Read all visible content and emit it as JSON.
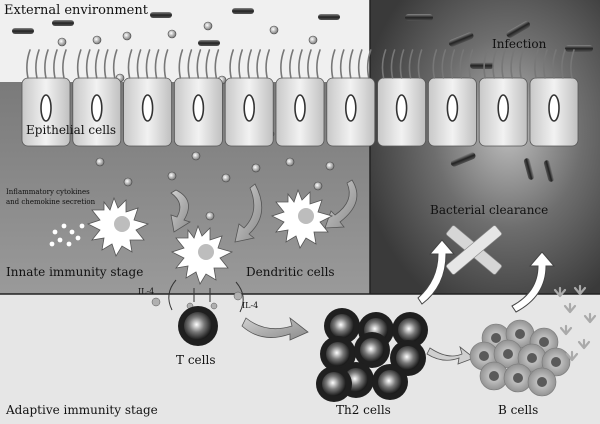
{
  "labels": {
    "external_environment": "External environment",
    "infection": "Infection",
    "epithelial_cells": "Epithelial cells",
    "inflammatory_line1": "Inflammatory cytokines",
    "inflammatory_line2": "and chemokine secretion",
    "bacterial_clearance": "Bacterial clearance",
    "innate_immunity_stage": "Innate immunity stage",
    "dendritic_cells": "Dendritic cells",
    "il4_left": "IL-4",
    "il4_right": "IL-4",
    "t_cells": "T cells",
    "th2_cells": "Th2 cells",
    "b_cells": "B cells",
    "adaptive_immunity_stage": "Adaptive immunity stage"
  },
  "colors": {
    "external_bg": "#f0f0f0",
    "innate_bg": "#8a8a8a",
    "infection_bg": "#4a4a4a",
    "adaptive_bg": "#e6e6e6",
    "bacteria": "#2a2a2a",
    "cell_gray": "#a8a8a8"
  }
}
